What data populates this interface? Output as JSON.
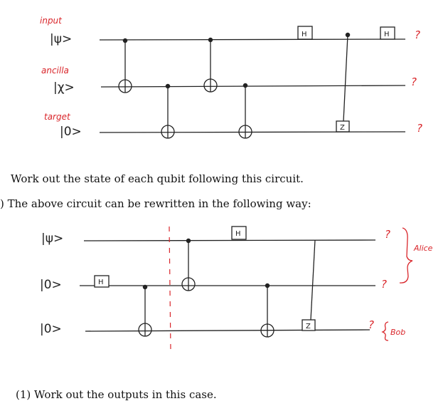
{
  "circuit1": {
    "labels": {
      "input": "input",
      "ancilla": "ancilla",
      "target": "target"
    },
    "kets": {
      "input": "|ψ>",
      "ancilla": "|χ>",
      "target": "|0>"
    },
    "gates": {
      "h": "H",
      "z": "Z"
    },
    "outputs": [
      "?",
      "?",
      "?"
    ]
  },
  "question_text": "Work out the state of each qubit following this circuit.",
  "rewrite_text": ") The above circuit can be rewritten in the following way:",
  "circuit2": {
    "kets": {
      "q0": "|ψ>",
      "q1": "|0>",
      "q2": "|0>"
    },
    "gates": {
      "h_top": "H",
      "h_mid": "H",
      "z": "Z"
    },
    "outputs": [
      "?",
      "?",
      "?"
    ],
    "alice_label": "Alice",
    "bob_label": "Bob"
  },
  "sub_question": "(1) Work out the outputs in this case.",
  "colors": {
    "annotation": "#d9262b",
    "ink": "#222222"
  }
}
